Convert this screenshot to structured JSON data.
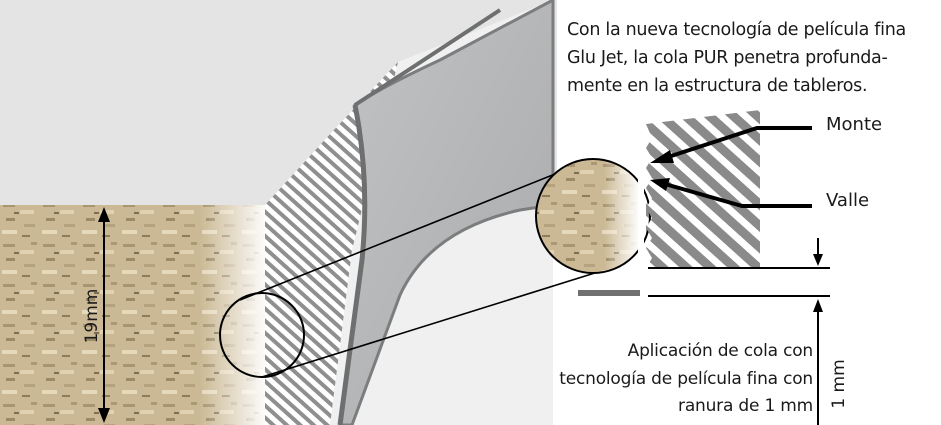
{
  "description": {
    "lines": [
      "Con la nueva tecnología de película fina",
      "Glu Jet, la cola PUR penetra profunda-",
      "mente en la estructura de tableros."
    ]
  },
  "labels": {
    "peak": "Monte",
    "valley": "Valle",
    "board_thickness": "19mm",
    "groove_depth": "1 mm"
  },
  "caption": {
    "lines": [
      "Aplicación de cola con",
      "tecnología de película fina con",
      "ranura de 1 mm"
    ]
  },
  "colors": {
    "background_panel": "#e4e4e4",
    "edgeband": "#b8b9ba",
    "edgeband_dark": "#7c7d7e",
    "board_base": "#c9b892",
    "hatch": "#8a8a8a",
    "annotation": "#000000"
  }
}
